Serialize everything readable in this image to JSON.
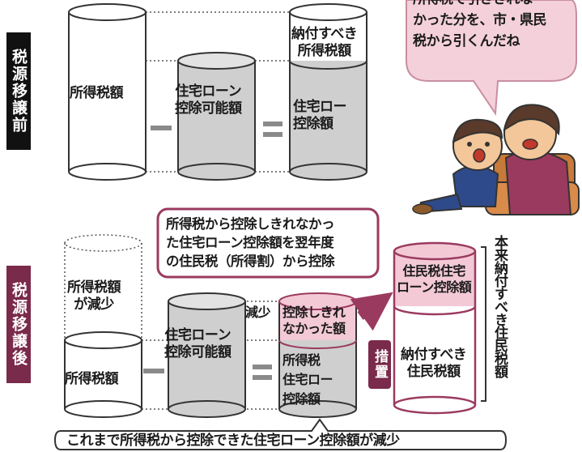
{
  "sections": {
    "before_label": "税源移譲前",
    "after_label": "税源移譲後"
  },
  "before": {
    "income_tax": "所得税額",
    "deductible": "住宅ローン\n控除可能額",
    "payable_income_tax": "納付すべき\n所得税額",
    "housing_deduction": "住宅ロー\n控除額"
  },
  "after": {
    "income_tax_decrease": "所得税額\nが減少",
    "income_tax": "所得税額",
    "deductible": "住宅ローン\n控除可能額",
    "decrease": "減少",
    "not_deducted": "控除しきれ\nなかった額",
    "stack_bottom": "所得税\n住宅ロー\n控除額",
    "measure": "措置",
    "resident_tax_deduction": "住民税住宅\nローン控除額",
    "payable_resident_tax": "納付すべき\n住民税額",
    "original_resident_tax": "本来納付すべき住民税額"
  },
  "callout": "所得税から控除しきれなかっ\nた住宅ローン控除額を翌年度\nの住民税（所得割）から控除",
  "speech": "所得税で引ききれな\nかった分を、市・県民\n税から引くんだね",
  "bottom_note": "これまで所得税から控除できた住宅ローン控除額が減少",
  "operators": {
    "minus": "－",
    "equals": "＝"
  },
  "colors": {
    "before_badge": "#111111",
    "after_badge": "#7a2a4a",
    "pink_fill": "#f3c9d6",
    "pink_stroke": "#9b3a5f",
    "gray_fill": "#cfcfcf"
  }
}
